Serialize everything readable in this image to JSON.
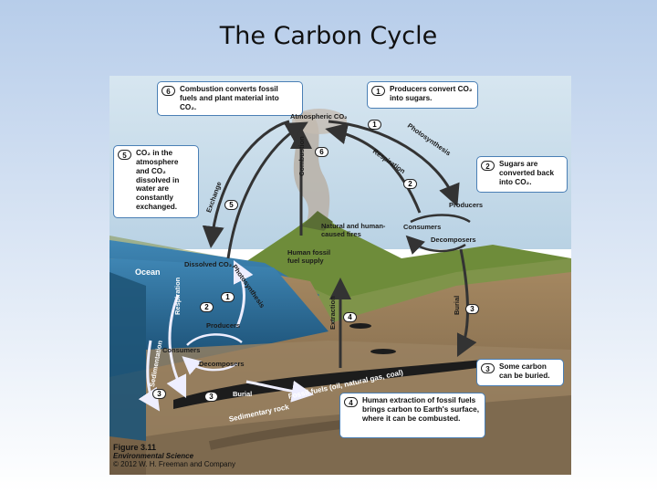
{
  "slide": {
    "title": "The Carbon Cycle"
  },
  "callouts": [
    {
      "num": "6",
      "text": "Combustion converts fossil fuels and plant material into CO₂."
    },
    {
      "num": "1",
      "text": "Producers convert CO₂ into sugars."
    },
    {
      "num": "5",
      "text": "CO₂ in the atmosphere and CO₂ dissolved in water are constantly exchanged."
    },
    {
      "num": "2",
      "text": "Sugars are converted back into CO₂."
    },
    {
      "num": "3",
      "text": "Some carbon can be buried."
    },
    {
      "num": "4",
      "text": "Human extraction of fossil fuels brings carbon to Earth's surface, where it can be combusted."
    }
  ],
  "labels": {
    "atmospheric_co2": "Atmospheric CO₂",
    "photosynthesis": "Photosynthesis",
    "respiration": "Respiration",
    "combustion": "Combustion",
    "exchange": "Exchange",
    "producers_land": "Producers",
    "consumers_land": "Consumers",
    "decomposers_land": "Decomposers",
    "natural_fires": "Natural and human-caused fires",
    "human_fossil_fuel_supply": "Human fossil fuel supply",
    "ocean": "Ocean",
    "dissolved_co2": "Dissolved CO₂",
    "photosynthesis_ocean": "Photosynthesis",
    "respiration_ocean": "Respiration",
    "producers_ocean": "Producers",
    "consumers_ocean": "Consumers",
    "decomposers_ocean": "Decomposers",
    "sedimentation": "Sedimentation",
    "extraction": "Extraction",
    "burial_land": "Burial",
    "burial_ocean": "Burial",
    "fossil_fuels": "Fossil fuels (oil, natural gas, coal)",
    "sedimentary_rock": "Sedimentary rock"
  },
  "badges": {
    "one": "1",
    "two": "2",
    "three": "3",
    "four": "4",
    "five": "5",
    "six": "6"
  },
  "caption": {
    "figure": "Figure 3.11",
    "book": "Environmental Science",
    "copyright": "© 2012 W. H. Freeman and Company"
  },
  "colors": {
    "callout_border": "#4a7fb5",
    "sky": "#c9dcea",
    "ocean": "#2d6f9a",
    "land": "#6e8c3a",
    "soil": "#8b7352",
    "fossil_fuel": "#1c1c1c",
    "arrow": "#333333"
  }
}
